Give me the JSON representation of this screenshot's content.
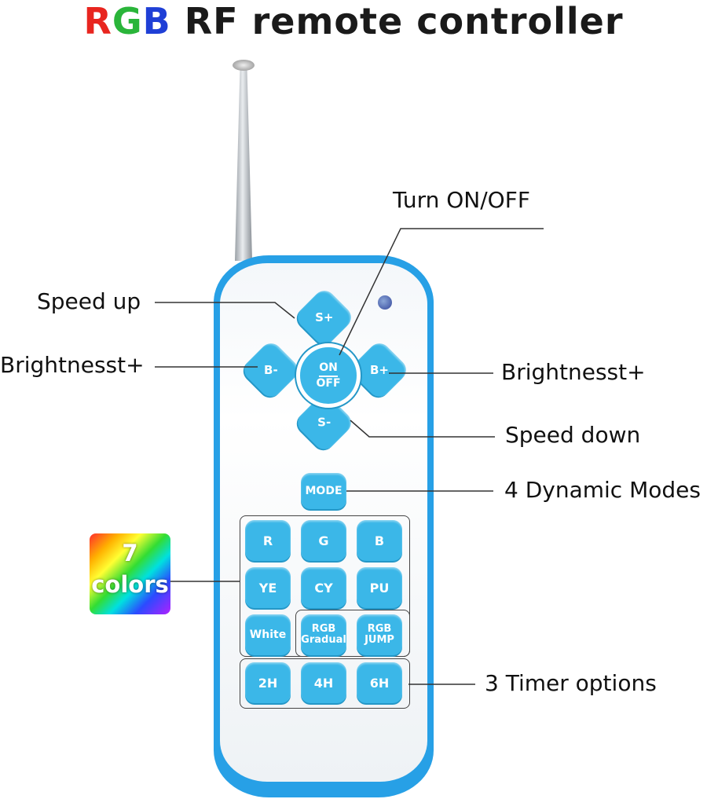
{
  "title": {
    "part_r": "R",
    "part_g": "G",
    "part_b": "B",
    "rest": " RF remote controller"
  },
  "callouts": {
    "turn_on_off": "Turn ON/OFF",
    "speed_up": "Speed up",
    "brightness_left": "Brightnesst+",
    "brightness_right": "Brightnesst+",
    "speed_down": "Speed down",
    "dynamic_modes": "4 Dynamic Modes",
    "timer_options": "3 Timer options"
  },
  "colors_badge": {
    "number": "7",
    "word": "colors"
  },
  "buttons": {
    "s_plus": "S+",
    "s_minus": "S-",
    "b_minus": "B-",
    "b_plus": "B+",
    "on": "ON",
    "off": "OFF",
    "mode": "MODE",
    "r": "R",
    "g": "G",
    "b": "B",
    "ye": "YE",
    "cy": "CY",
    "pu": "PU",
    "white": "White",
    "rgb_gradual_1": "RGB",
    "rgb_gradual_2": "Gradual",
    "rgb_jump_1": "RGB",
    "rgb_jump_2": "JUMP",
    "t2h": "2H",
    "t4h": "4H",
    "t6h": "6H"
  },
  "colors": {
    "button": "#3bb7e8",
    "remote_border": "#27a0e6"
  }
}
